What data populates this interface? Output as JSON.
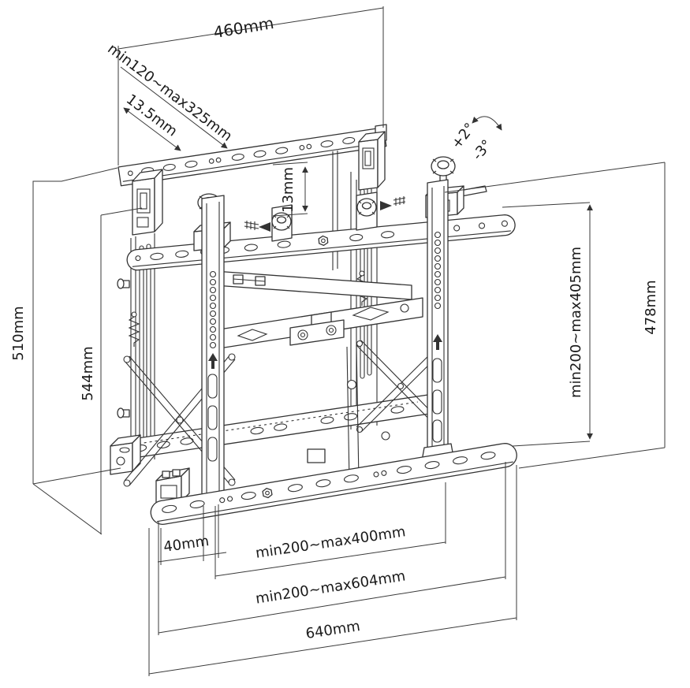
{
  "drawing": {
    "background": "#ffffff",
    "line_color": "#333333",
    "dims": {
      "top_width": "460mm",
      "extension_depth": "min120~max325mm",
      "plate_thickness": "13.5mm",
      "rail_offset": "13mm",
      "tilt_up": "+2°",
      "tilt_down": "-3°",
      "wall_height": "510mm",
      "bracket_height": "544mm",
      "vesa_vertical": "min200~max405mm",
      "column_height": "478mm",
      "edge_offset": "40mm",
      "vesa_horizontal": "min200~max400mm",
      "hole_span": "min200~max604mm",
      "rail_width": "640mm"
    }
  }
}
